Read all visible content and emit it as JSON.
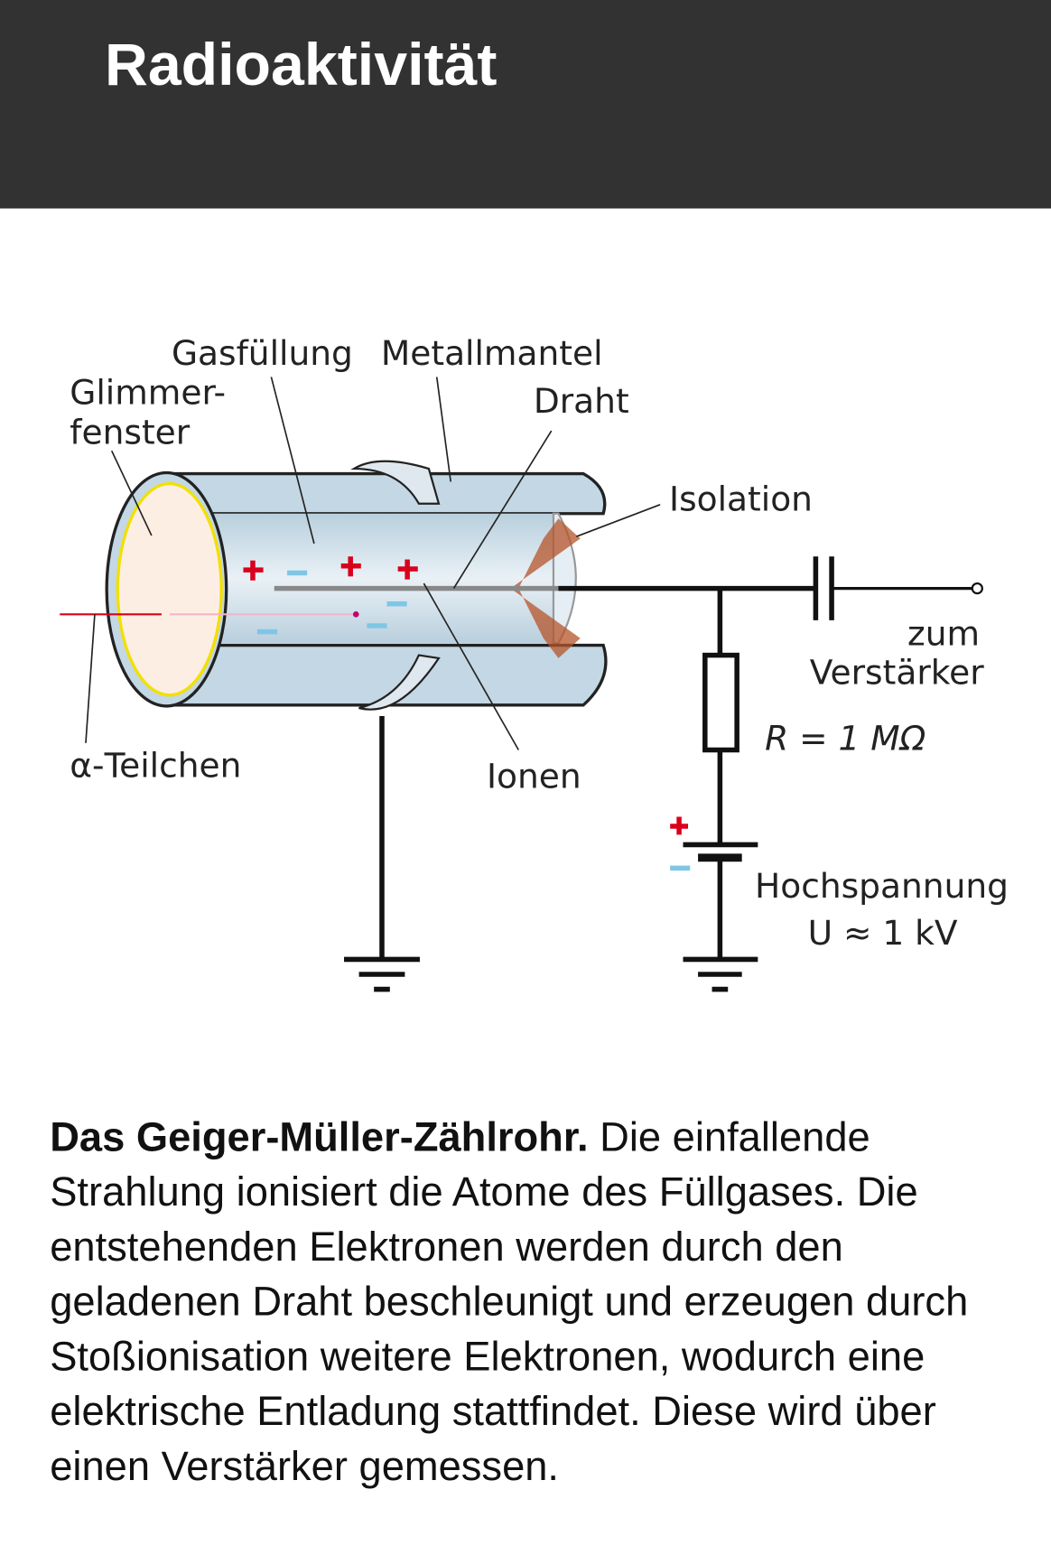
{
  "header": {
    "title": "Radioaktivität"
  },
  "diagram": {
    "labels": {
      "gasfuellung": "Gasfüllung",
      "metallmantel": "Metallmantel",
      "glimmer1": "Glimmer-",
      "glimmer2": "fenster",
      "draht": "Draht",
      "isolation": "Isolation",
      "zum": "zum",
      "verstaerker": "Verstärker",
      "resistor": "R = 1 MΩ",
      "alpha": "α-Teilchen",
      "ionen": "Ionen",
      "hochspannung": "Hochspannung",
      "voltage": "U ≈ 1 kV"
    },
    "colors": {
      "tube": "#c9dbe6",
      "positive": "#d9001b",
      "negative": "#7fc6e6",
      "window": "#fdeee4",
      "insulation": "#b5542a"
    }
  },
  "caption": {
    "bold": "Das Geiger-Müller-Zählrohr.",
    "text": " Die einfallende Strahlung ionisiert die Atome des Füllgases. Die entstehenden Elektronen werden durch den geladenen Draht beschleunigt und erzeugen durch Stoßionisation weitere Elektronen, wodurch eine elektrische Entladung stattfindet. Diese wird über einen Verstärker gemessen."
  }
}
